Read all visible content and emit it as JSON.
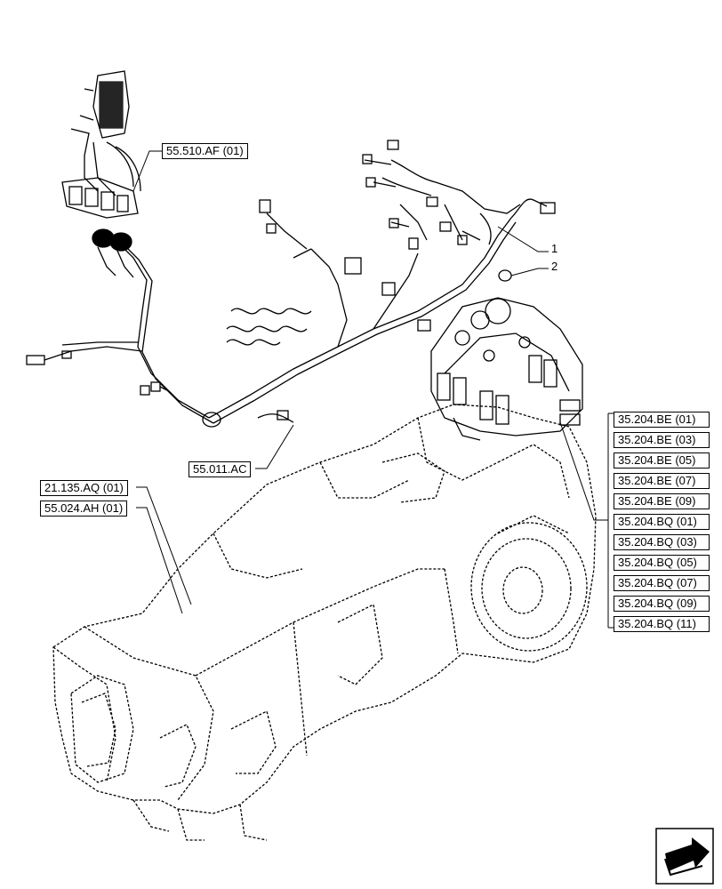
{
  "callouts": {
    "item1": "1",
    "item2": "2"
  },
  "refs": {
    "r55510af": "55.510.AF (01)",
    "r55011ac": "55.011.AC",
    "r21135aq": "21.135.AQ (01)",
    "r55024ah": "55.024.AH (01)"
  },
  "ref_stack": [
    "35.204.BE (01)",
    "35.204.BE (03)",
    "35.204.BE (05)",
    "35.204.BE (07)",
    "35.204.BE (09)",
    "35.204.BQ (01)",
    "35.204.BQ (03)",
    "35.204.BQ (05)",
    "35.204.BQ (07)",
    "35.204.BQ (09)",
    "35.204.BQ (11)"
  ],
  "icons": {
    "nav": "arrow-icon"
  }
}
